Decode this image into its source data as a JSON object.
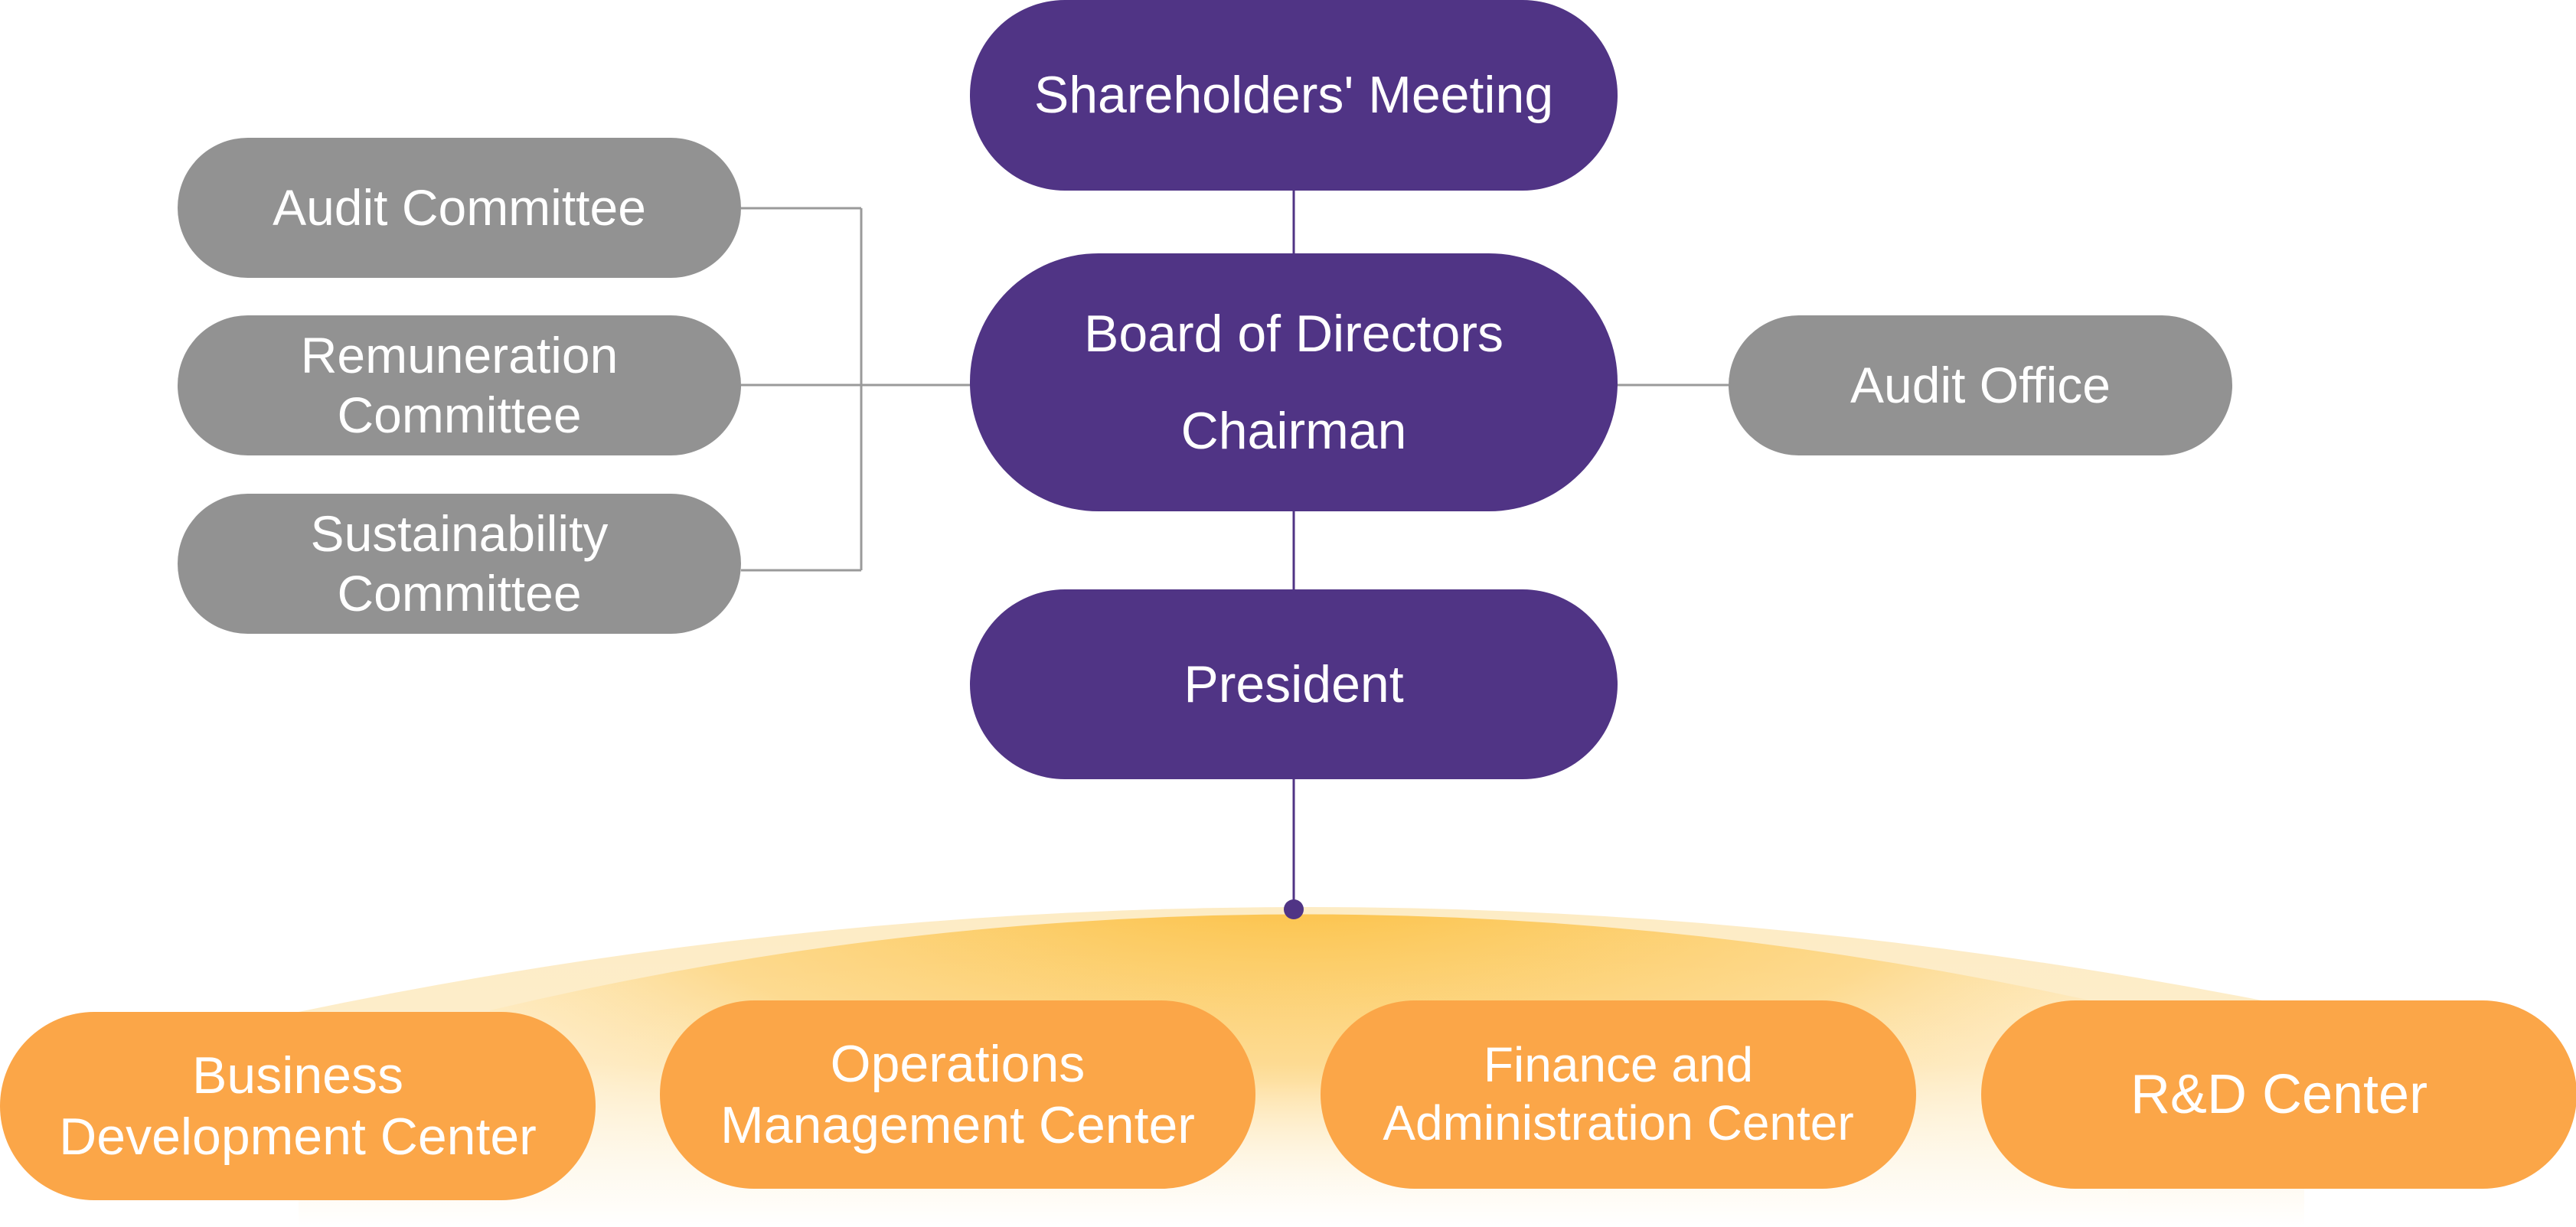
{
  "colors": {
    "governance": "#503485",
    "committee": "#929292",
    "center": "#fba648",
    "glow": "#fcbf3e",
    "connector_gray": "#9a9a9a",
    "connector_purple": "#503485"
  },
  "nodes": {
    "shareholders": "Shareholders' Meeting",
    "board_line1": "Board of Directors",
    "board_line2": "Chairman",
    "president": "President",
    "audit_committee": "Audit Committee",
    "remuneration_line1": "Remuneration",
    "remuneration_line2": "Committee",
    "sustainability_line1": "Sustainability",
    "sustainability_line2": "Committee",
    "audit_office": "Audit Office",
    "bd_line1": "Business",
    "bd_line2": "Development Center",
    "ops_line1": "Operations",
    "ops_line2": "Management Center",
    "fin_line1": "Finance and",
    "fin_line2": "Administration Center",
    "rd": "R&D Center"
  }
}
